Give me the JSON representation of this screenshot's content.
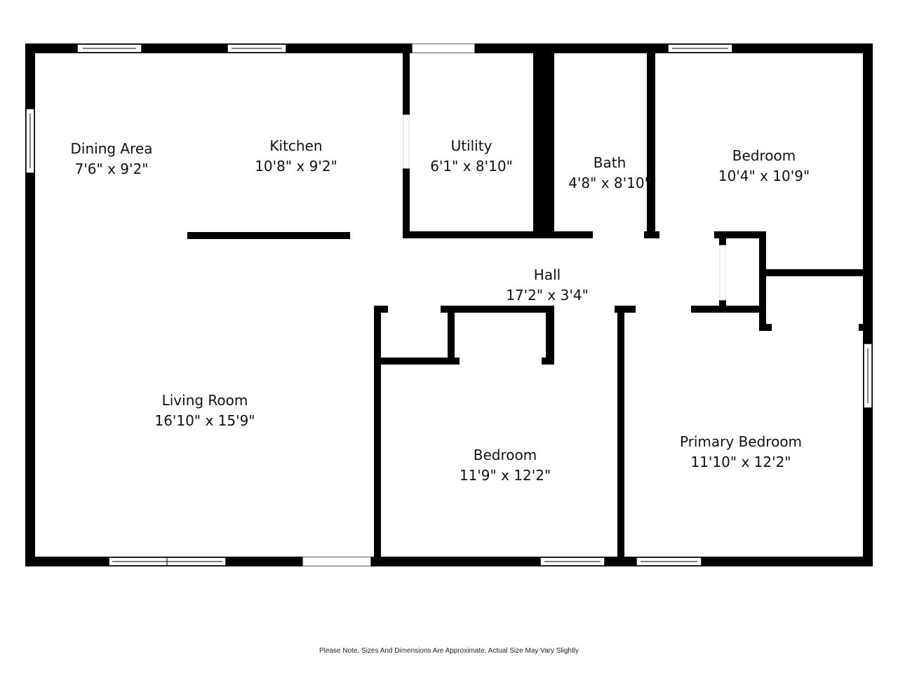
{
  "colors": {
    "wall": "#000000",
    "background": "#ffffff"
  },
  "rooms": [
    {
      "name": "Dining Area",
      "dims": "7'6\" x 9'2\""
    },
    {
      "name": "Kitchen",
      "dims": "10'8\" x 9'2\""
    },
    {
      "name": "Utility",
      "dims": "6'1\" x 8'10\""
    },
    {
      "name": "Bath",
      "dims": "4'8\" x 8'10\""
    },
    {
      "name": "Bedroom",
      "dims": "10'4\" x 10'9\""
    },
    {
      "name": "Hall",
      "dims": "17'2\" x 3'4\""
    },
    {
      "name": "Living Room",
      "dims": "16'10\" x 15'9\""
    },
    {
      "name": "Bedroom",
      "dims": "11'9\" x 12'2\""
    },
    {
      "name": "Primary Bedroom",
      "dims": "11'10\" x 12'2\""
    }
  ],
  "footer_note": "Please Note, Sizes And Dimensions Are Approximate. Actual Size May Vary Slightly"
}
